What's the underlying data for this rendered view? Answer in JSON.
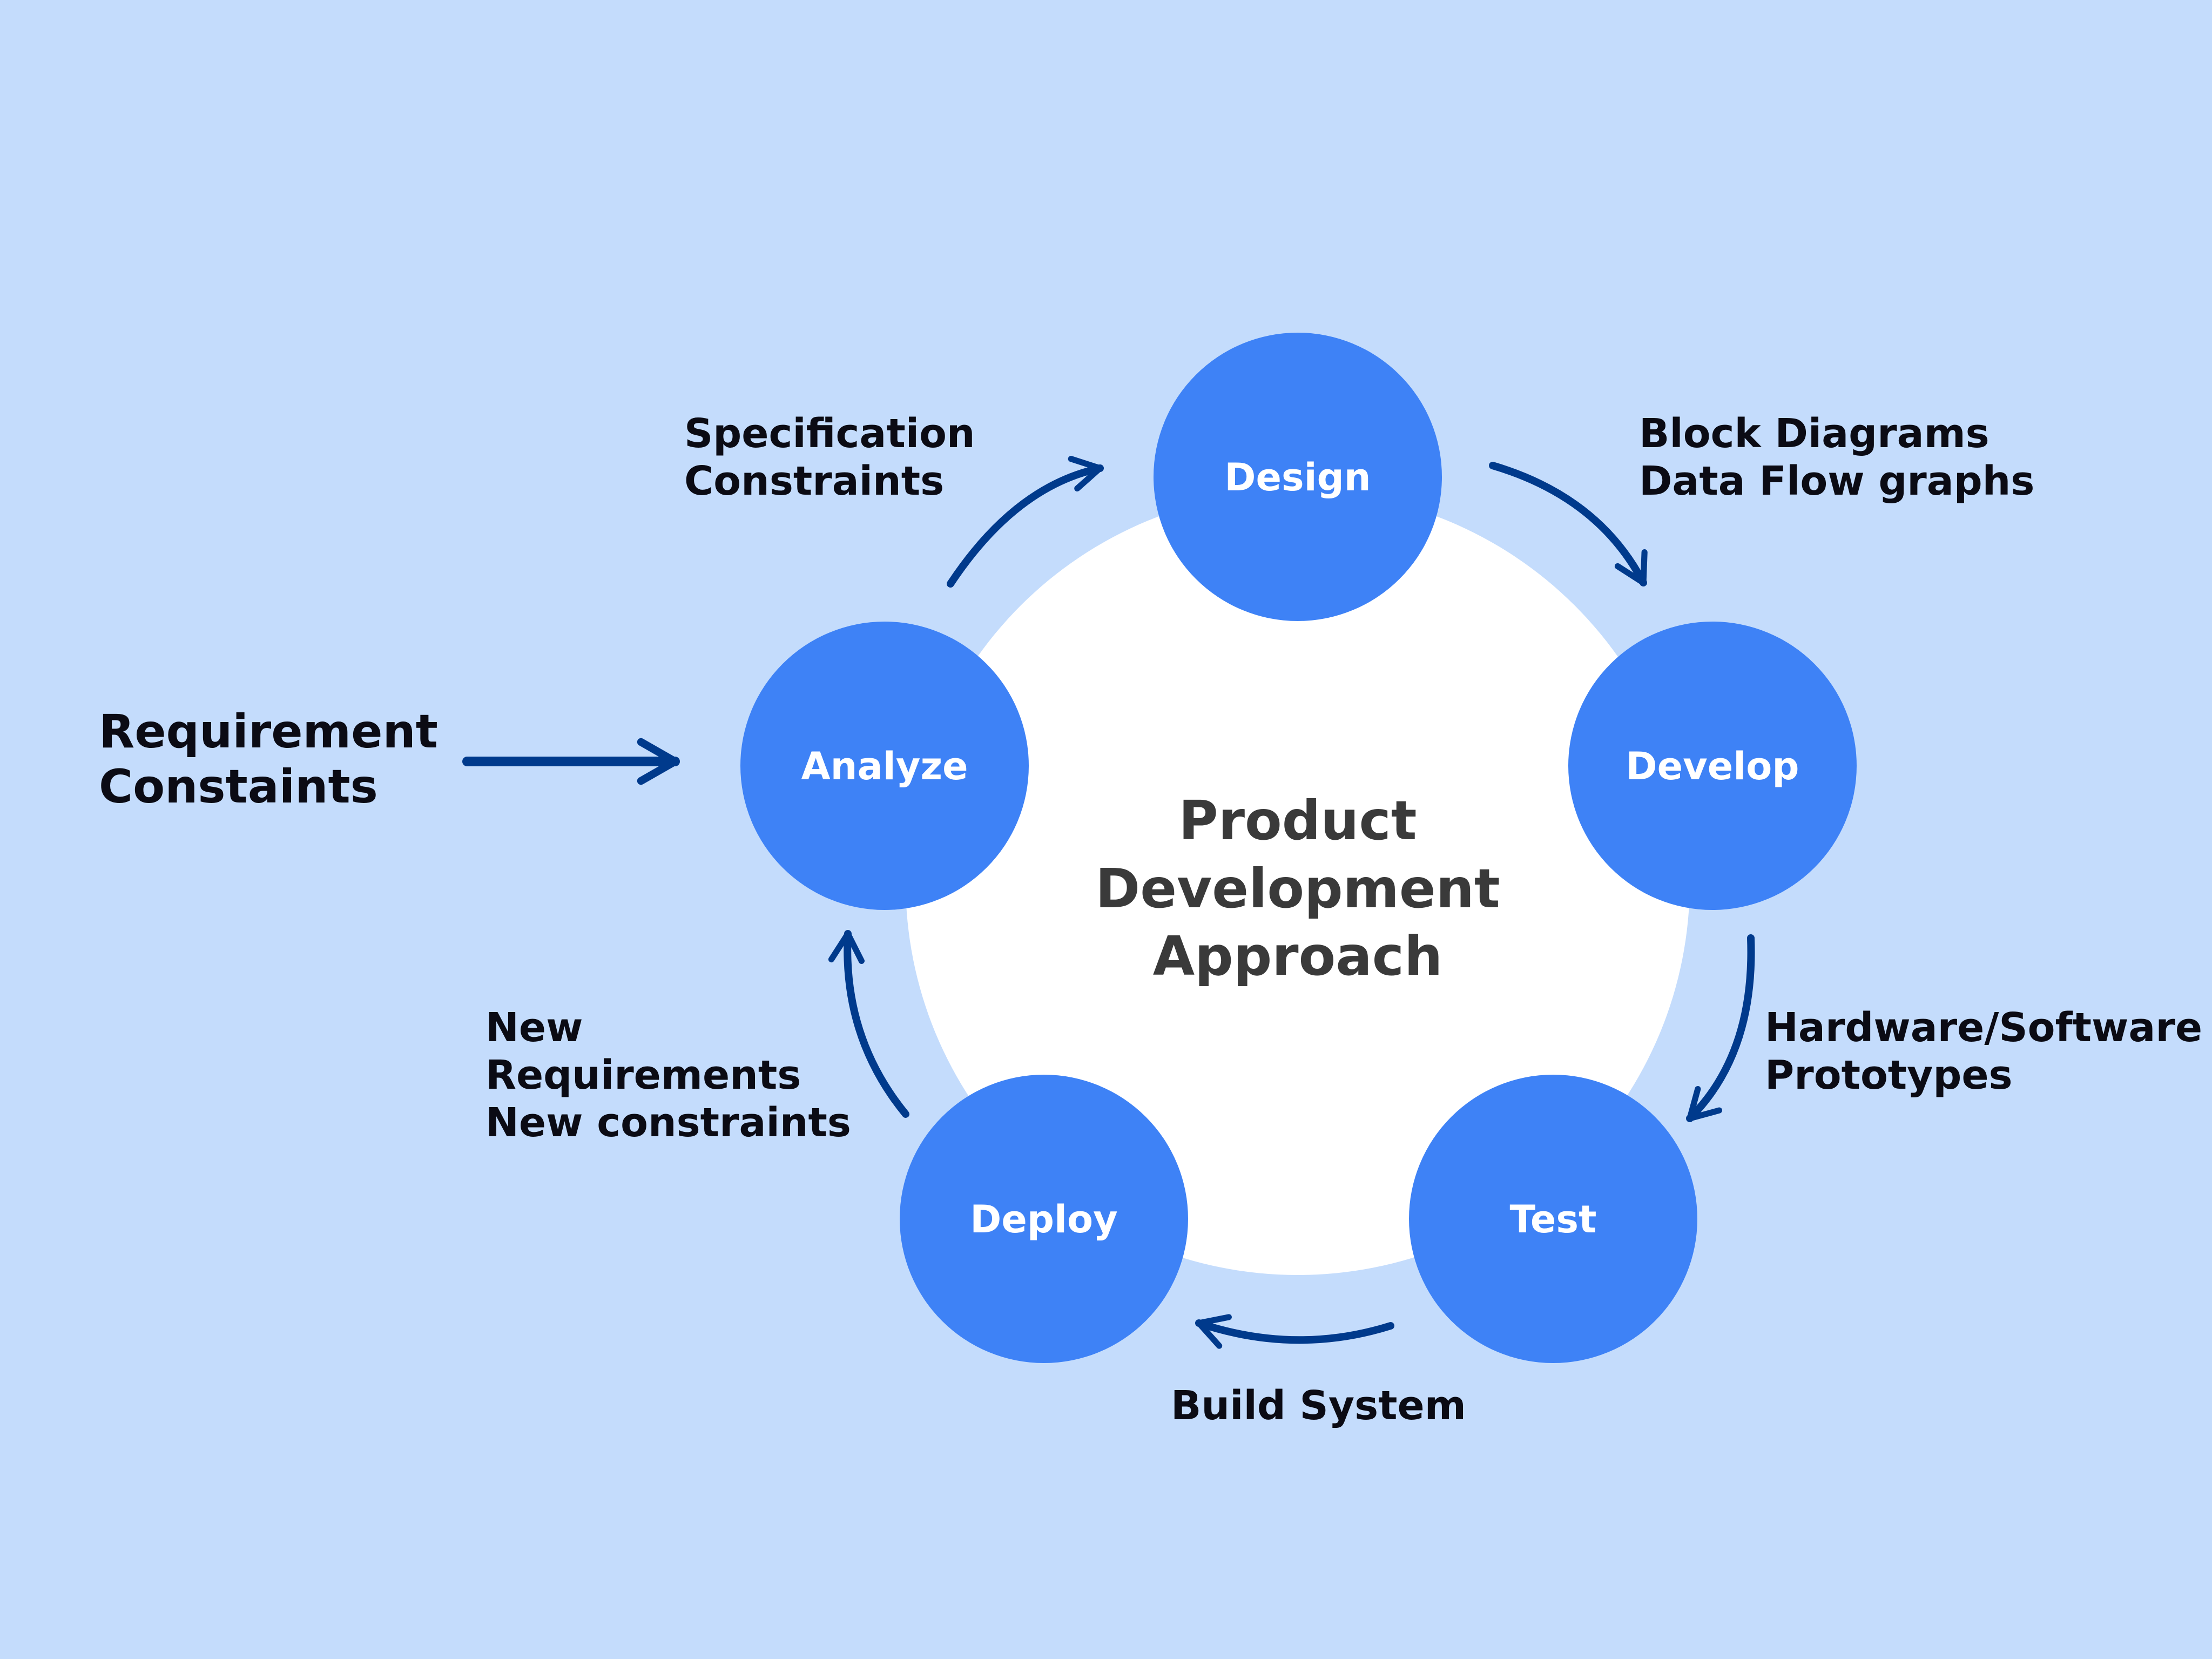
{
  "title": [
    "Product",
    "Development",
    "Approach"
  ],
  "nodes": {
    "design": "Design",
    "develop": "Develop",
    "test": "Test",
    "deploy": "Deploy",
    "analyze": "Analyze"
  },
  "labels": {
    "input": [
      "Requirement",
      "Constaints"
    ],
    "analyze_to_design": [
      "Specification",
      "Constraints"
    ],
    "design_to_develop": [
      "Block Diagrams",
      "Data Flow graphs"
    ],
    "develop_to_test": [
      "Hardware/Software",
      "Prototypes"
    ],
    "test_to_deploy": [
      "Build System"
    ],
    "deploy_to_analyze": [
      "New",
      "Requirements",
      "New constraints"
    ]
  },
  "colors": {
    "background": "#c4dcfc",
    "node": "#3e82f6",
    "arrow": "#003a8c",
    "center": "#ffffff"
  }
}
